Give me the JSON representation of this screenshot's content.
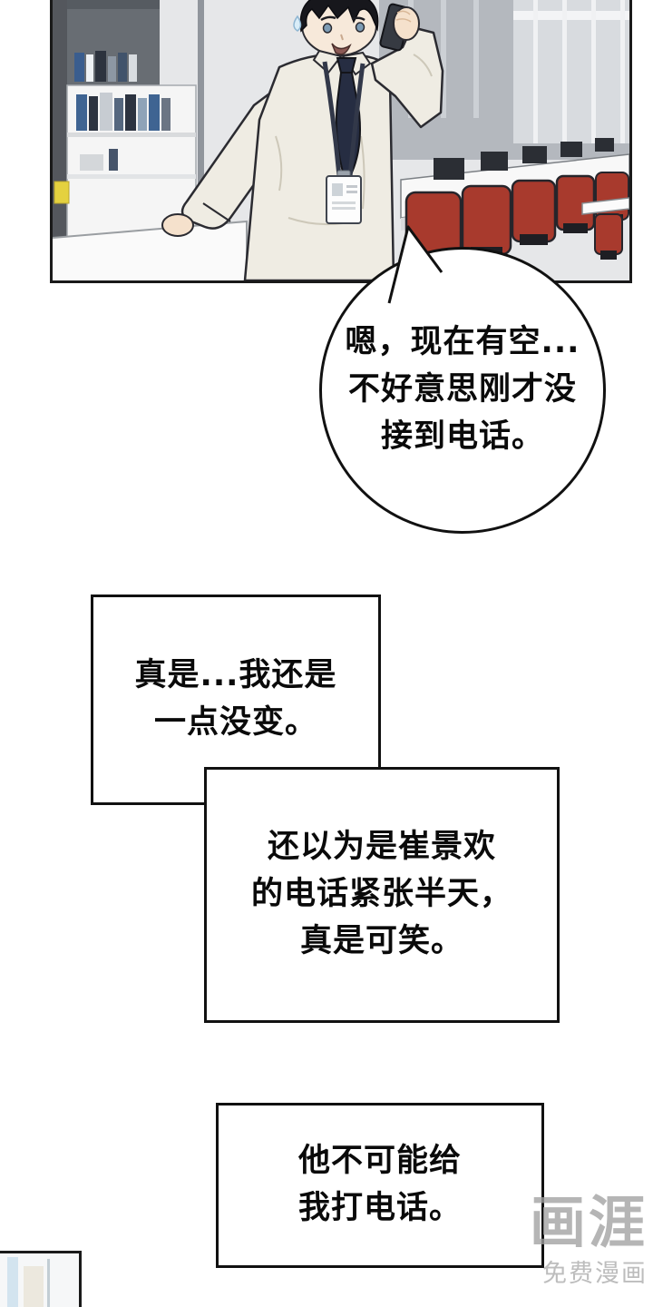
{
  "comic": {
    "speech_bubble": {
      "lines": [
        "嗯，现在有空...",
        "不好意思刚才没",
        "接到电话。"
      ]
    },
    "thought_boxes": [
      {
        "lines": [
          "真是...我还是",
          "一点没变。"
        ]
      },
      {
        "lines": [
          "还以为是崔景欢",
          "的电话紧张半天，",
          "真是可笑。"
        ]
      },
      {
        "lines": [
          "他不可能给",
          "我打电话。"
        ]
      }
    ]
  },
  "watermark": {
    "title": "画涯",
    "subtitle": "免费漫画"
  },
  "colors": {
    "panel_border": "#1a1a1a",
    "chair_red": "#a83a2d",
    "shirt_cream": "#efece3",
    "tie_navy": "#262d42",
    "hair_black": "#17171c",
    "skin": "#f6e8d8",
    "wall_gray": "#b4b8be",
    "watermark_gray": "#b0b0b0"
  }
}
